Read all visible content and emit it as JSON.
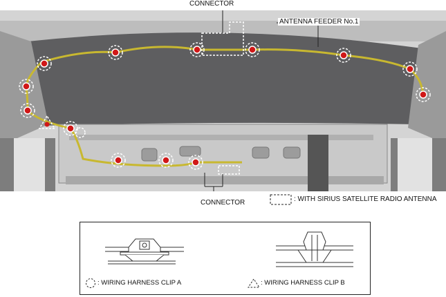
{
  "labels": {
    "connector_top": "CONNECTOR",
    "antenna_feeder": "ANTENNA FEEDER No.1",
    "connector_bottom": "CONNECTOR",
    "sirius_note": ": WITH SIRIUS SATELLITE RADIO ANTENNA"
  },
  "legend": {
    "clip_a": ": WIRING HARNESS CLIP A",
    "clip_b": ": WIRING HARNESS CLIP B"
  },
  "colors": {
    "harness": "#c8b830",
    "clip": "#d01818",
    "headliner": "#5a5a5c"
  }
}
